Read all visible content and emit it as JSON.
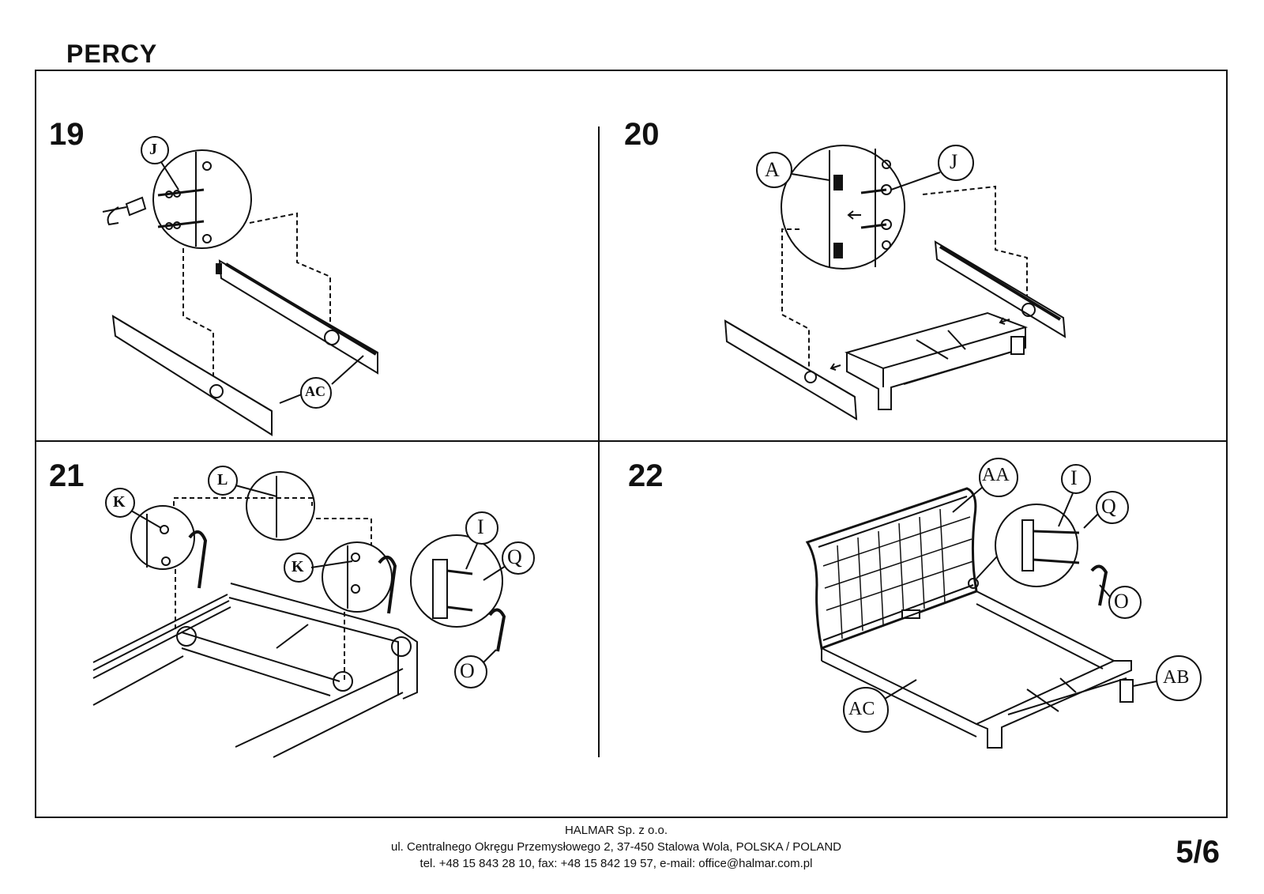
{
  "document": {
    "title": "PERCY",
    "page_number": "5/6"
  },
  "steps": [
    {
      "number": "19",
      "labels": [
        "J",
        "AC"
      ]
    },
    {
      "number": "20",
      "labels": [
        "A",
        "J"
      ]
    },
    {
      "number": "21",
      "labels": [
        "K",
        "L",
        "K",
        "I",
        "Q",
        "O"
      ]
    },
    {
      "number": "22",
      "labels": [
        "AA",
        "I",
        "Q",
        "O",
        "AC",
        "AB"
      ]
    }
  ],
  "footer": {
    "company": "HALMAR Sp. z o.o.",
    "address": "ul. Centralnego Okręgu Przemysłowego 2, 37-450 Stalowa Wola, POLSKA / POLAND",
    "contact": "tel. +48 15 843 28 10, fax: +48 15 842 19 57, e-mail: office@halmar.com.pl"
  }
}
